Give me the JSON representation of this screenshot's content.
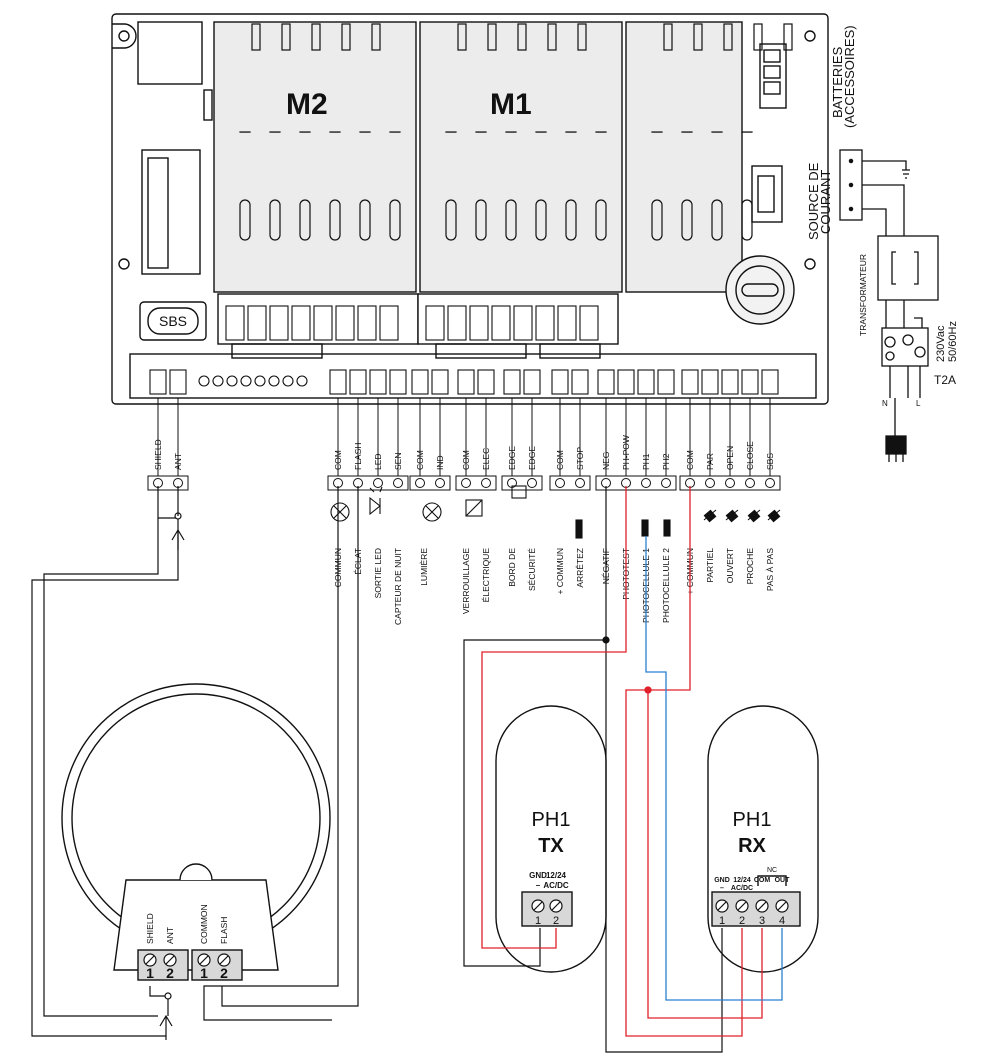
{
  "board": {
    "motor_labels": [
      "M2",
      "M1"
    ],
    "sbs_label": "SBS",
    "batteries_label_1": "BATTERIES",
    "batteries_label_2": "(ACCESSOIRES)",
    "power_source_1": "SOURCE DE",
    "power_source_2": "COURANT",
    "transformer_label": "TRANSFORMATEUR",
    "mains_voltage": "230Vac",
    "mains_freq": "50/60Hz",
    "fuse": "T2A",
    "mains_n": "N",
    "mains_l": "L"
  },
  "terminal_groups": [
    {
      "terms": [
        "SHIELD",
        "ANT"
      ],
      "desc": []
    },
    {
      "terms": [
        "COM",
        "FLASH",
        "LED",
        "SEN"
      ],
      "desc": [
        "COMMUN",
        "ÉCLAT",
        "SORTIE LED",
        "CAPTEUR DE NUIT"
      ]
    },
    {
      "terms": [
        "COM",
        "IND"
      ],
      "desc": [
        "LUMIÈRE"
      ]
    },
    {
      "terms": [
        "COM",
        "ELEC"
      ],
      "desc": [
        "VERROUILLAGE",
        "ÉLECTRIQUE"
      ]
    },
    {
      "terms": [
        "EDGE",
        "EDGE"
      ],
      "desc": [
        "BORD DE",
        "SÉCURITÉ"
      ]
    },
    {
      "terms": [
        "COM",
        "STOP"
      ],
      "desc": [
        "+ COMMUN",
        "ARRÊTEZ"
      ]
    },
    {
      "terms": [
        "NEG",
        "PH-POW",
        "PH1",
        "PH2"
      ],
      "desc": [
        "NÉGATIF",
        "PHOTOTEST",
        "PHOTOCELLULE 1",
        "PHOTOCELLULE 2"
      ]
    },
    {
      "terms": [
        "COM",
        "PAR",
        "OPEN",
        "CLOSE",
        "SBS"
      ],
      "desc": [
        "+ COMMUN",
        "PARTIEL",
        "OUVERT",
        "PROCHE",
        "PAS À PAS"
      ]
    }
  ],
  "flash": {
    "terms": [
      "SHIELD",
      "ANT",
      "COMMON",
      "FLASH"
    ],
    "numbers": [
      "1",
      "2",
      "1",
      "2"
    ]
  },
  "tx": {
    "title": "PH1",
    "sub": "TX",
    "term_labels": [
      "GND",
      "12/24"
    ],
    "term_labels2": [
      "–",
      "AC/DC"
    ],
    "numbers": [
      "1",
      "2"
    ]
  },
  "rx": {
    "title": "PH1",
    "sub": "RX",
    "nc": "NC",
    "term_labels": [
      "GND",
      "12/24",
      "COM",
      "OUT"
    ],
    "term_labels2": [
      "–",
      "AC/DC",
      "",
      ""
    ],
    "numbers": [
      "1",
      "2",
      "3",
      "4"
    ]
  },
  "colors": {
    "line": "#111111",
    "red": "#e0202a",
    "blue": "#2a7fd4",
    "module": "#e6e6e6",
    "terminal": "#d8d8d8"
  }
}
